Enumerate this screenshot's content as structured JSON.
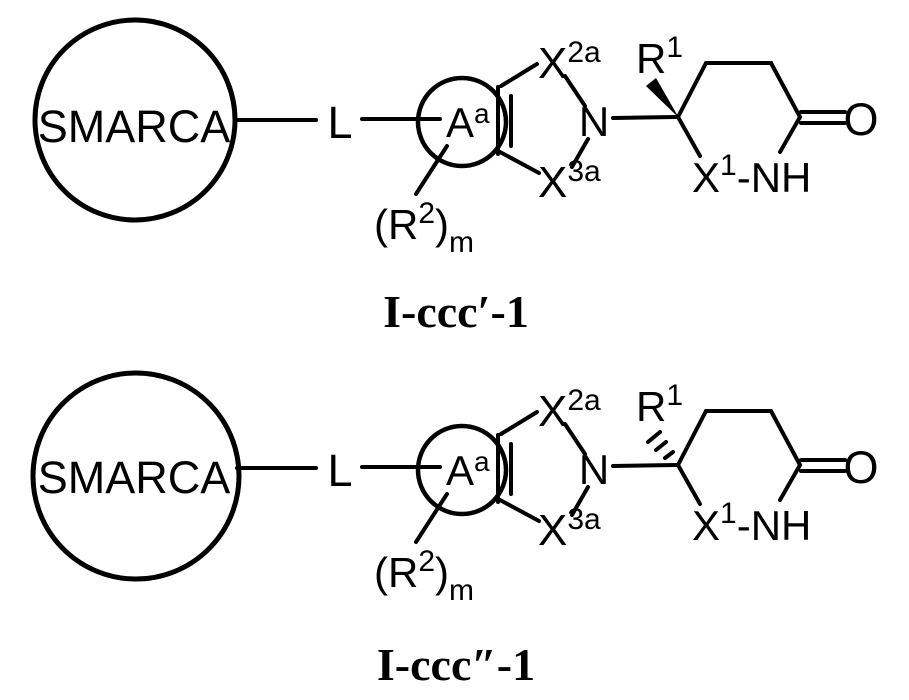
{
  "page": {
    "background_color": "#ffffff",
    "ink_color": "#000000",
    "description": "Patent-style chemical structure figure with two generic formulas differing only in stereochemistry of the R1 substituent"
  },
  "figure": {
    "structures": [
      {
        "caption": "I-ccc′-1",
        "stereo_bond": "solid-wedge",
        "smarca_label": "SMARCA",
        "linker_label": "L",
        "ring_a_label": "A",
        "ring_a_sup": "a",
        "r2_prefix": "(R",
        "r2_sup": "2",
        "r2_close": ")",
        "r2_sub": "m",
        "x2a_base": "X",
        "x2a_sup": "2a",
        "ring_n_label": "N",
        "x3a_base": "X",
        "x3a_sup": "3a",
        "r1_base": "R",
        "r1_sup": "1",
        "x1_base": "X",
        "x1_sup": "1",
        "x1_dash": "-",
        "nh_label": "NH",
        "oxygen_label": "O"
      },
      {
        "caption": "I-ccc″-1",
        "stereo_bond": "hashed-wedge",
        "smarca_label": "SMARCA",
        "linker_label": "L",
        "ring_a_label": "A",
        "ring_a_sup": "a",
        "r2_prefix": "(R",
        "r2_sup": "2",
        "r2_close": ")",
        "r2_sub": "m",
        "x2a_base": "X",
        "x2a_sup": "2a",
        "ring_n_label": "N",
        "x3a_base": "X",
        "x3a_sup": "3a",
        "r1_base": "R",
        "r1_sup": "1",
        "x1_base": "X",
        "x1_sup": "1",
        "x1_dash": "-",
        "nh_label": "NH",
        "oxygen_label": "O"
      }
    ]
  }
}
